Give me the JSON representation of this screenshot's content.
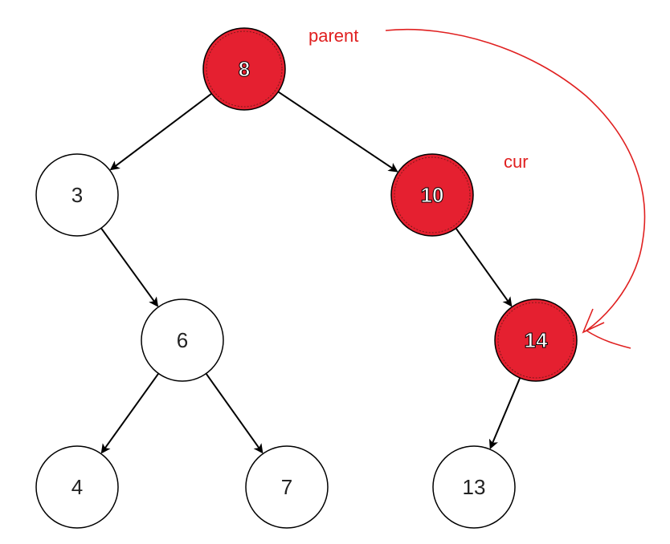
{
  "tree": {
    "nodes": [
      {
        "id": "n8",
        "label": "8",
        "highlighted": true
      },
      {
        "id": "n3",
        "label": "3",
        "highlighted": false
      },
      {
        "id": "n10",
        "label": "10",
        "highlighted": true
      },
      {
        "id": "n6",
        "label": "6",
        "highlighted": false
      },
      {
        "id": "n14",
        "label": "14",
        "highlighted": true
      },
      {
        "id": "n4",
        "label": "4",
        "highlighted": false
      },
      {
        "id": "n7",
        "label": "7",
        "highlighted": false
      },
      {
        "id": "n13",
        "label": "13",
        "highlighted": false
      }
    ],
    "edges": [
      {
        "from": "n8",
        "to": "n3"
      },
      {
        "from": "n8",
        "to": "n10"
      },
      {
        "from": "n3",
        "to": "n6"
      },
      {
        "from": "n10",
        "to": "n14"
      },
      {
        "from": "n6",
        "to": "n4"
      },
      {
        "from": "n6",
        "to": "n7"
      },
      {
        "from": "n14",
        "to": "n13"
      }
    ]
  },
  "annotations": {
    "parent_label": "parent",
    "cur_label": "cur"
  },
  "colors": {
    "highlight_fill": "#e52030",
    "stroke": "#000000",
    "annotation": "#e02020",
    "node_fill": "#ffffff"
  }
}
